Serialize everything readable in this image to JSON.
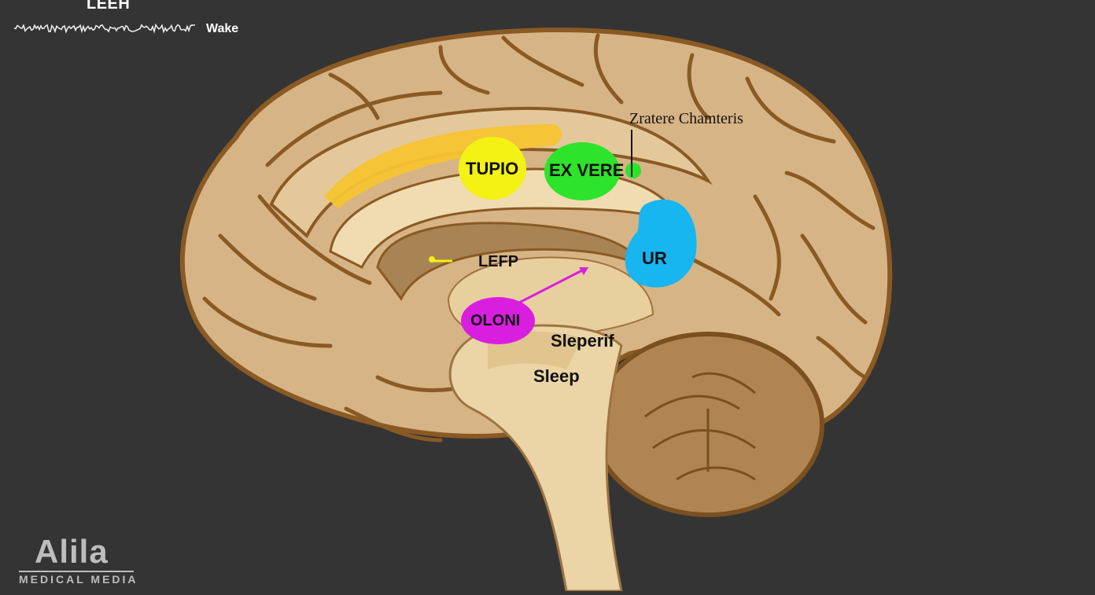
{
  "header": {
    "title": "LEEH",
    "wake_label": "Wake"
  },
  "labels": {
    "tupio": "TUPIO",
    "ex_vere": "EX VERE",
    "zratere": "Zratere Chamteris",
    "ur": "UR",
    "lefp": "LEFP",
    "oloni": "OLONI",
    "sleperif": "Sleperif",
    "sleep": "Sleep"
  },
  "logo": {
    "main": "Alila",
    "sub": "MEDICAL MEDIA"
  },
  "colors": {
    "background": "#343434",
    "brain": "#d7b485",
    "brain_outline": "#8a5a24",
    "corpus": "#f6c431",
    "yellow": "#f4f115",
    "green": "#2ee32b",
    "blue": "#18b6f0",
    "magenta": "#d81fe0"
  }
}
